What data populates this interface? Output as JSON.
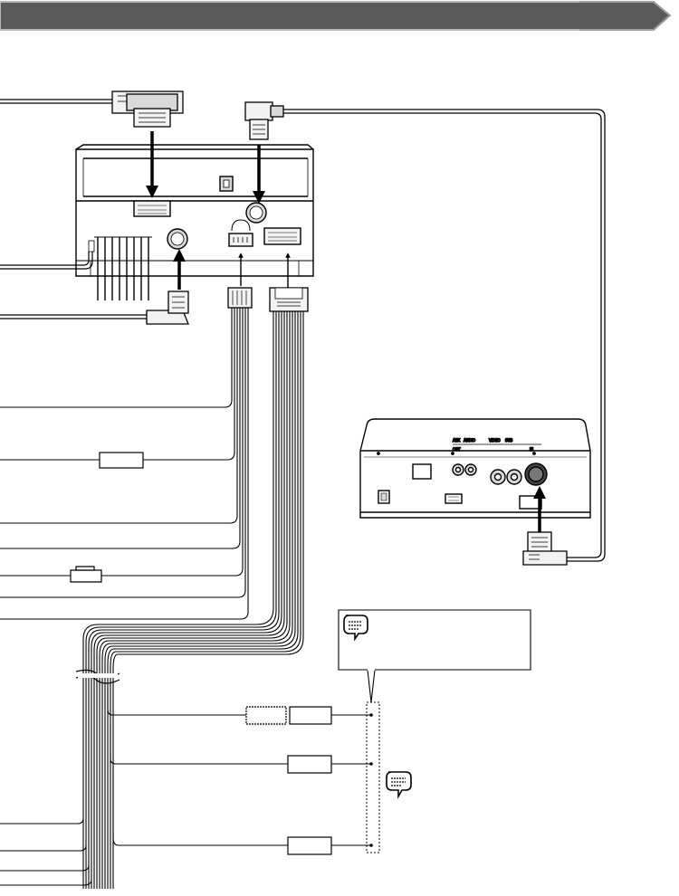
{
  "header": {
    "title": "",
    "bar_color": "#5a5a5a",
    "bar_border_color": "#b8b8b8"
  },
  "callouts": {
    "note_box_text": "",
    "note_icon": "speech-bubble-note-icon"
  },
  "unit_labels": {
    "aux_label": "AUX",
    "audio_label": "AUDIO",
    "video_label": "VIDEO",
    "out_label": "OUT",
    "sub_label": "SUB",
    "in_label": "IN"
  },
  "colors": {
    "line": "#000000",
    "fill_light": "#f2f2f2",
    "fill_mid": "#d9d9d9",
    "fill_dark": "#444444"
  }
}
